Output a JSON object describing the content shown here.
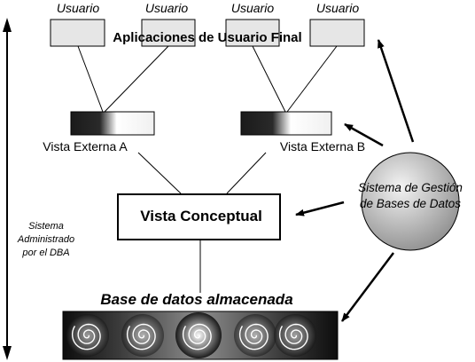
{
  "users": {
    "label": "Usuario"
  },
  "final_apps": {
    "title": "Aplicaciones de Usuario Final"
  },
  "views": {
    "external_a": "Vista Externa A",
    "external_b": "Vista Externa B",
    "conceptual": "Vista Conceptual"
  },
  "dbms": {
    "line1": "Sistema de Gestión",
    "line2": "de Bases de Datos"
  },
  "storage": {
    "title": "Base de datos almacenada"
  },
  "dba": {
    "line1": "Sistema",
    "line2": "Administrado",
    "line3": "por el DBA"
  },
  "colors": {
    "user_box_fill": "#e6e6e6",
    "line": "#000000",
    "dbms_circle_dark": "#9a9a9a",
    "dbms_circle_light": "#ededed"
  }
}
